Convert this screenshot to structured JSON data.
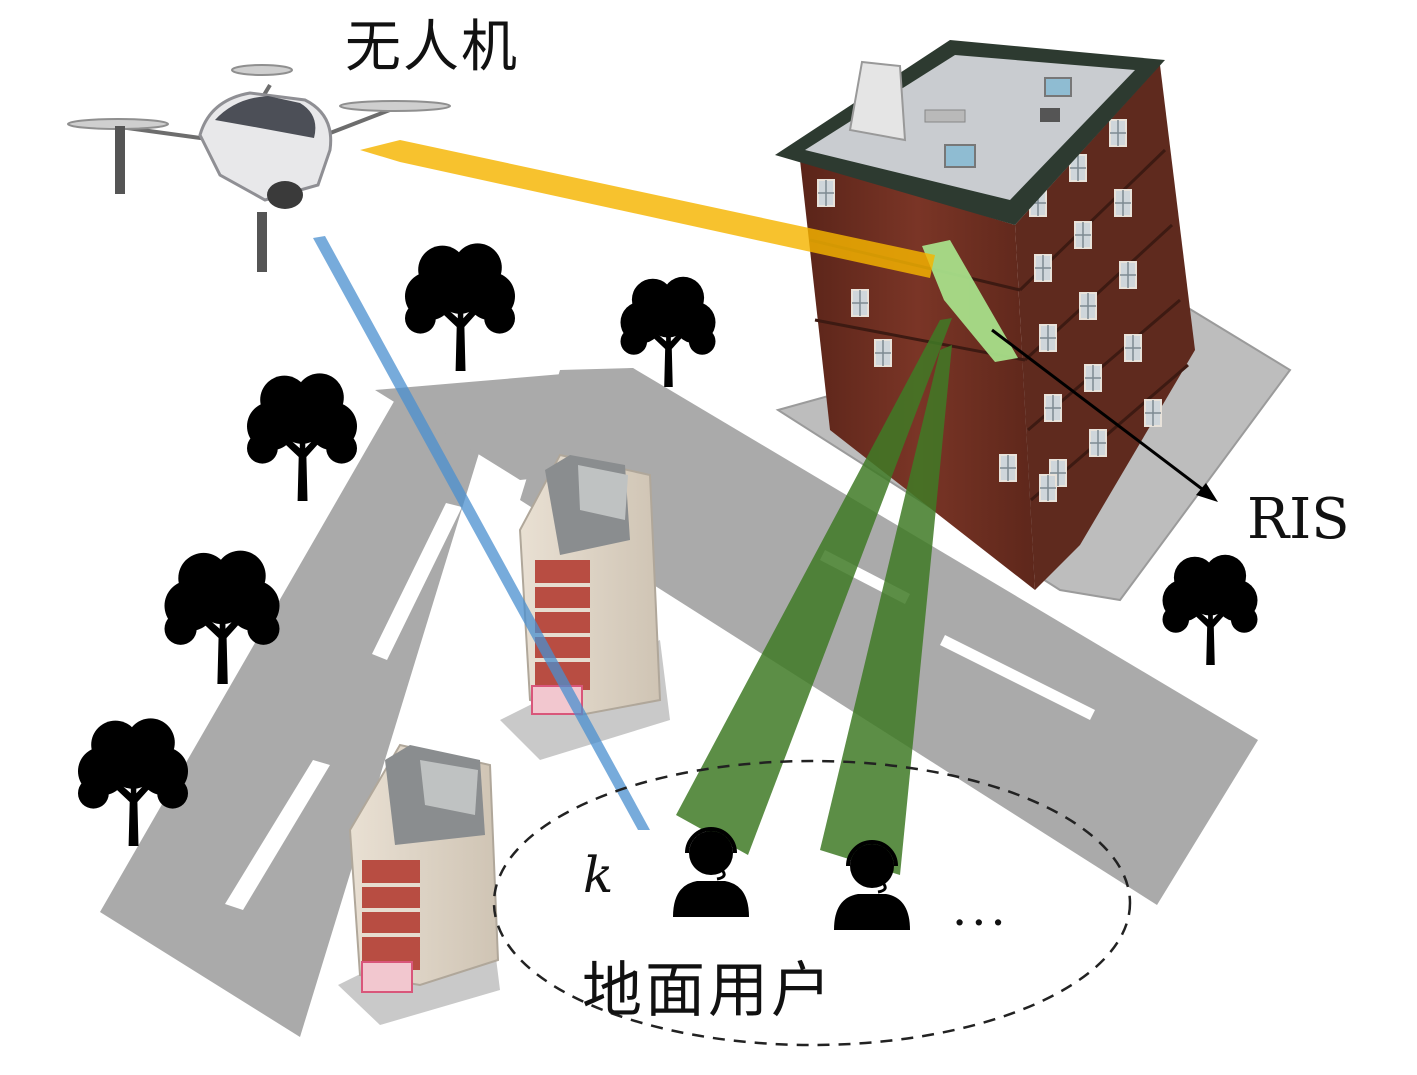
{
  "labels": {
    "uav": "无人机",
    "ris": "RIS",
    "user_index": "k",
    "ellipsis": "···",
    "ground_users": "地面用户"
  },
  "colors": {
    "road": "#aaaaaa",
    "road_marking": "#ffffff",
    "uav_beam": "#f5b400",
    "direct_beam": "#4a8fcf",
    "reflected_beam": "#3f7a26",
    "ris_panel": "#a8df8a",
    "brick": "#6f2f22",
    "tree": "#000000"
  },
  "icons": {
    "uav": "quadcopter-drone-icon",
    "ris_building": "brick-building-icon",
    "tower": "small-tower-building-icon",
    "tree": "tree-icon",
    "user": "user-headset-icon"
  }
}
